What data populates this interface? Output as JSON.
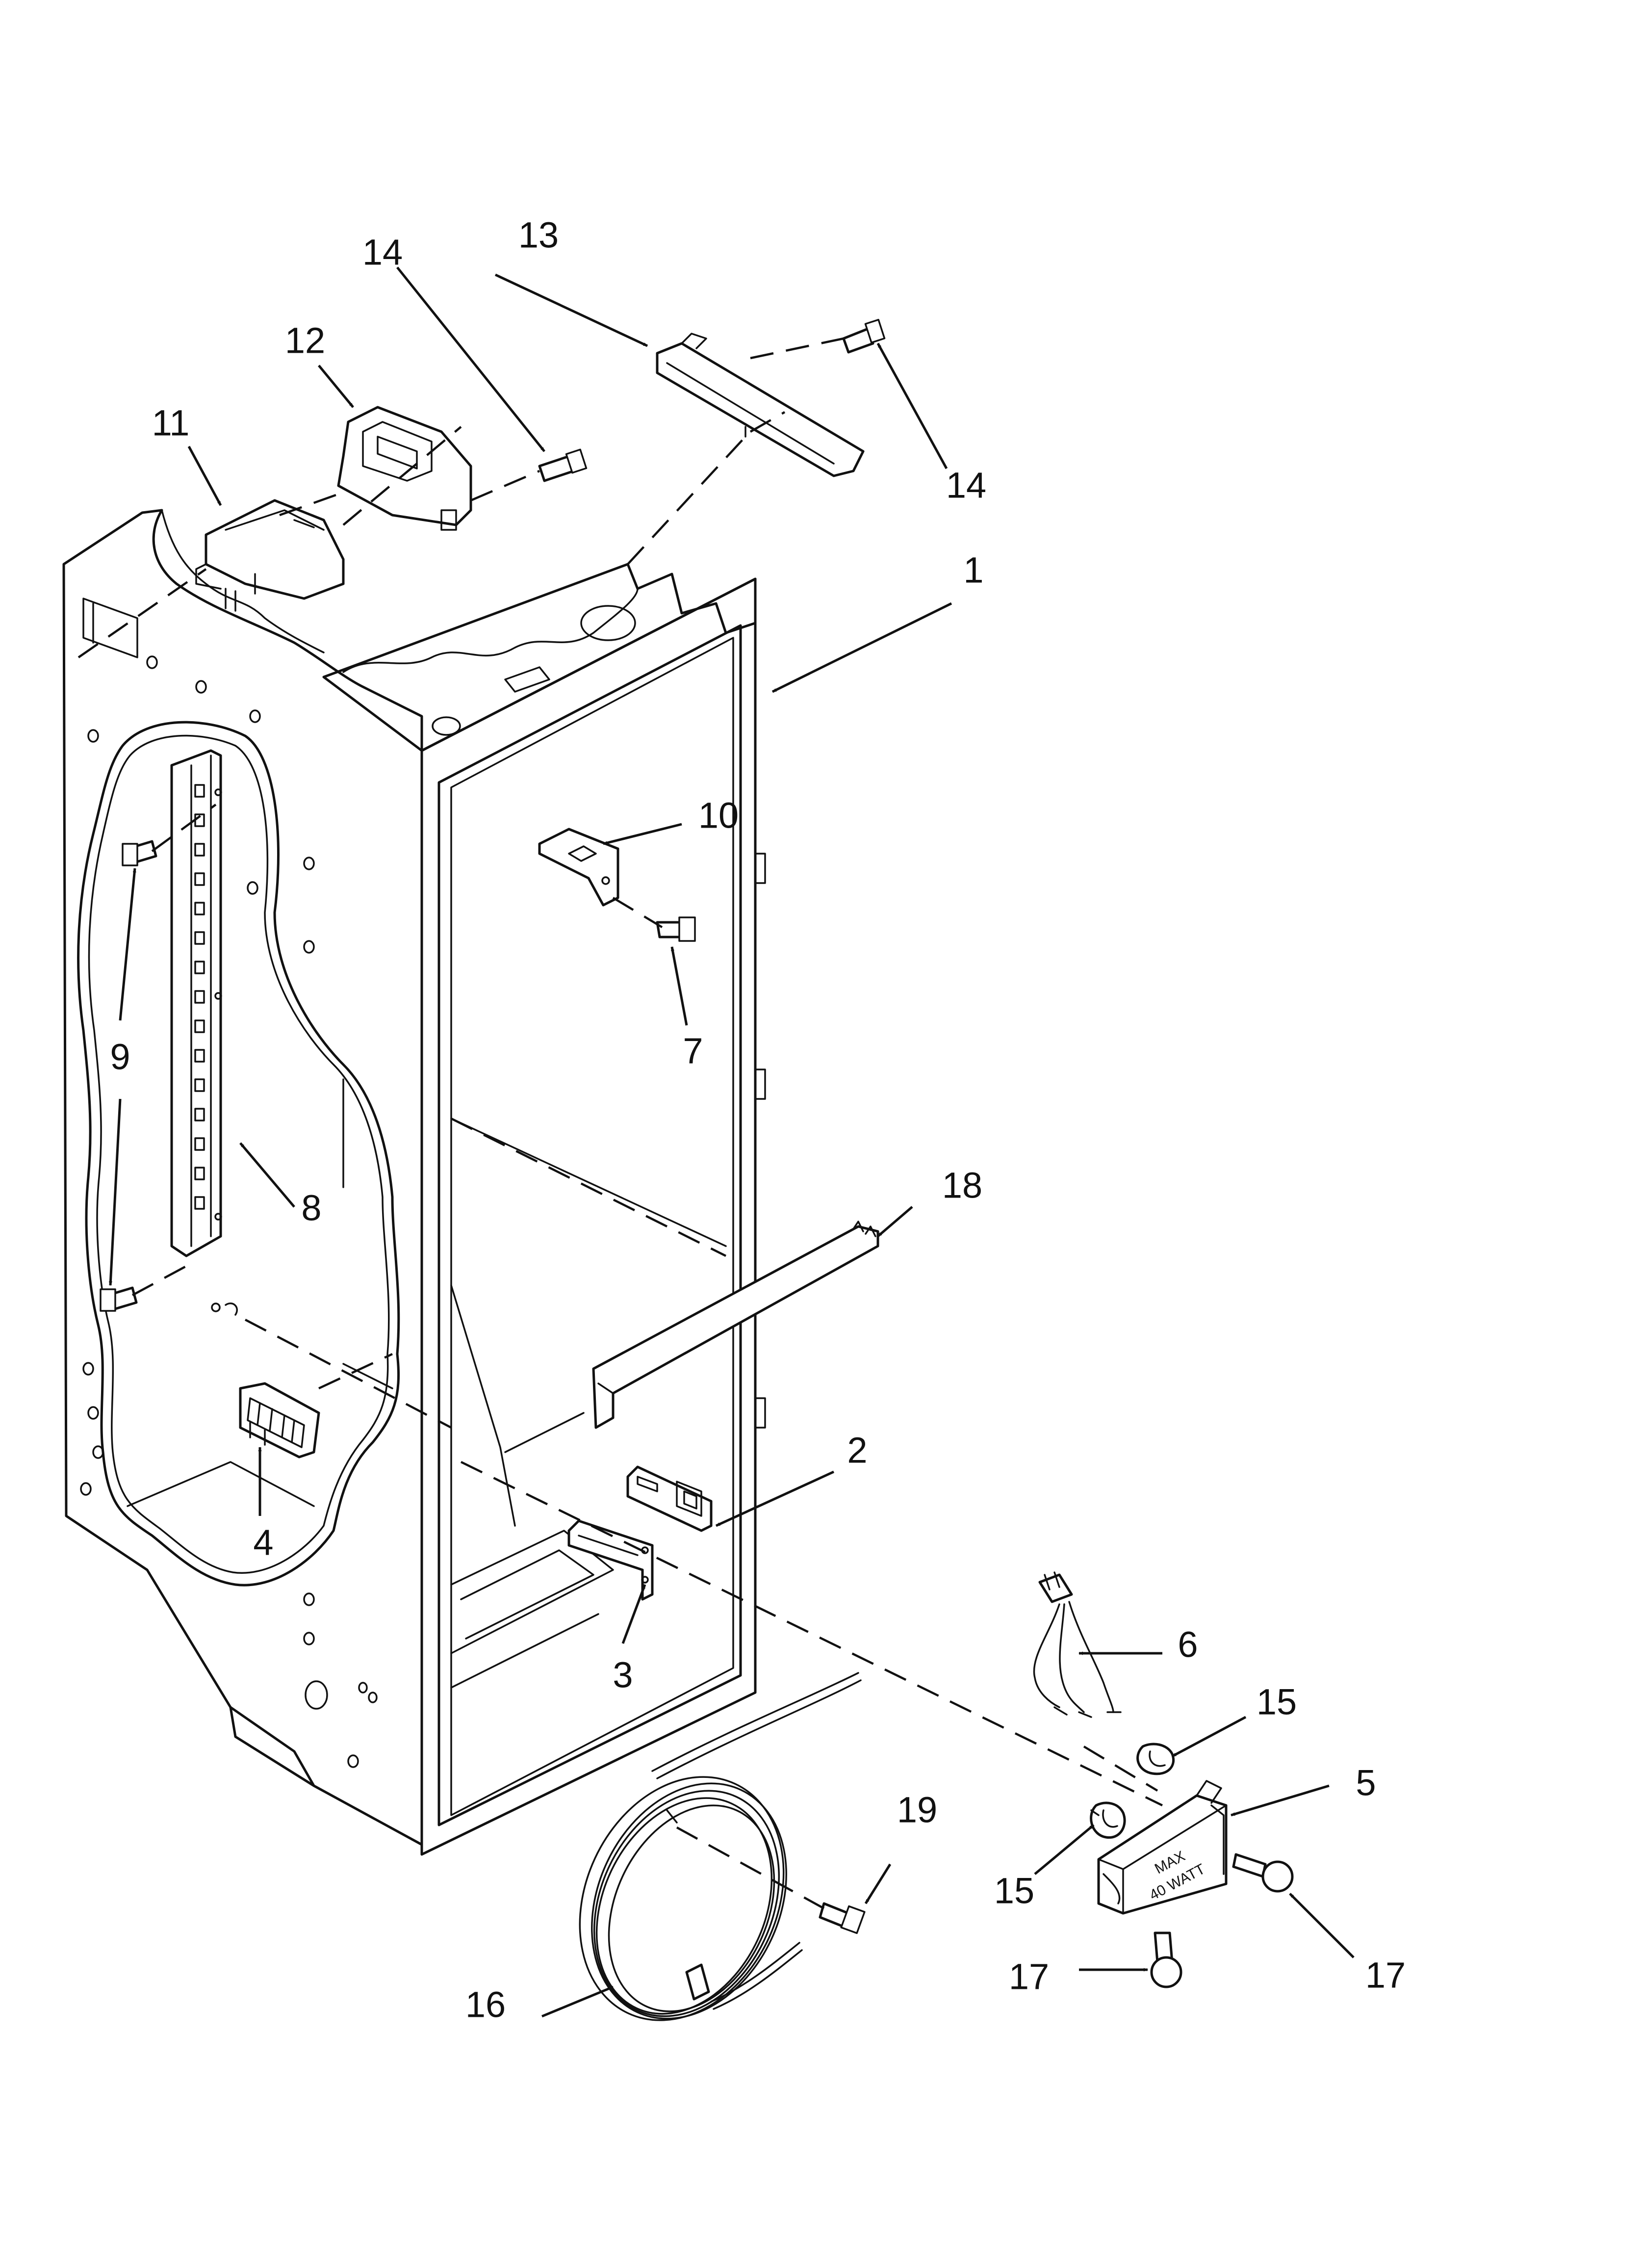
{
  "diagram": {
    "callouts": [
      "1",
      "2",
      "3",
      "4",
      "5",
      "6",
      "7",
      "8",
      "9",
      "10",
      "11",
      "12",
      "13",
      "14",
      "14",
      "15",
      "15",
      "16",
      "17",
      "17",
      "18",
      "19"
    ],
    "lamp_marking": [
      "MAX",
      "40 WATT"
    ]
  }
}
